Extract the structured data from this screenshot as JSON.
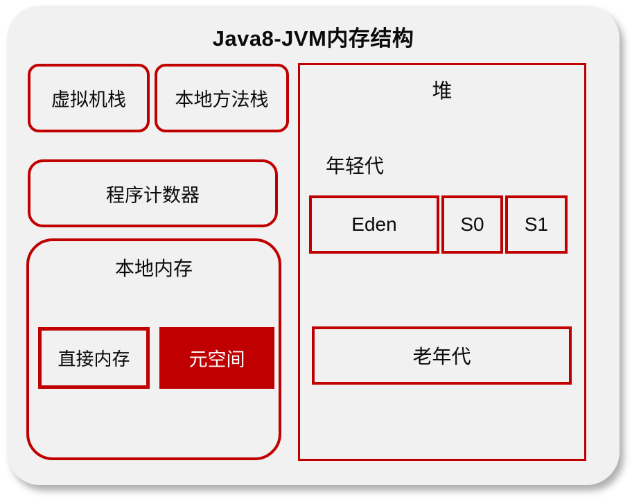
{
  "title": "Java8-JVM内存结构",
  "colors": {
    "red": "#C00000",
    "slide_bg": "#F1F1F1",
    "text": "#0A0A0A",
    "metaspace_text": "#FFFFFF"
  },
  "left_column": {
    "vm_stack_label": "虚拟机栈",
    "native_method_stack_label": "本地方法栈",
    "program_counter_label": "程序计数器",
    "native_memory": {
      "label": "本地内存",
      "direct_memory_label": "直接内存",
      "metaspace_label": "元空间"
    }
  },
  "heap": {
    "label": "堆",
    "young_gen_label": "年轻代",
    "young_gen_regions": [
      "Eden",
      "S0",
      "S1"
    ],
    "old_gen_label": "老年代"
  }
}
